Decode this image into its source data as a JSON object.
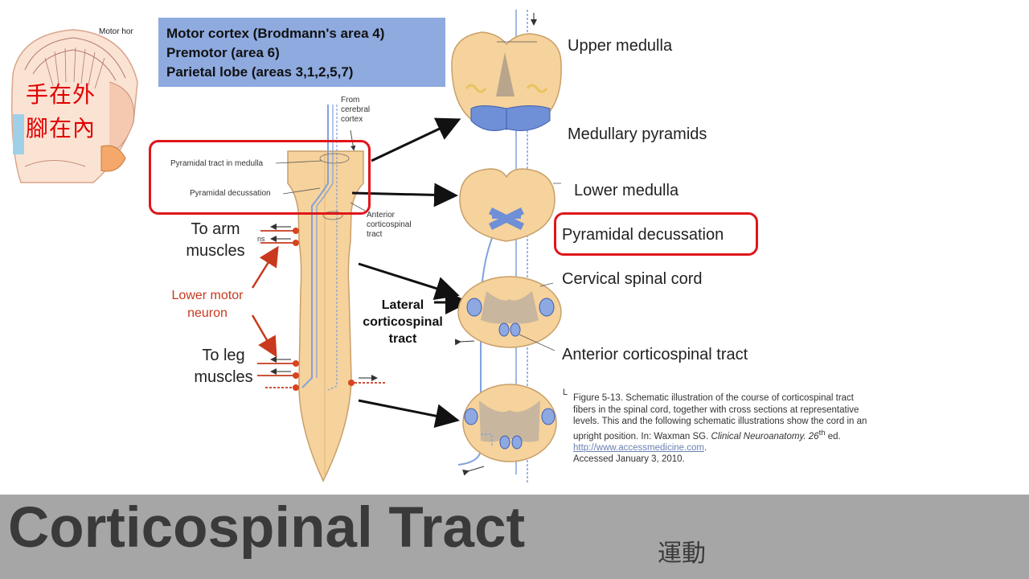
{
  "homunculus": {
    "caption": "Motor hor",
    "line1": "手在外",
    "line2": "腳在內"
  },
  "banner": {
    "line1": "Motor cortex (Brodmann's area 4)",
    "line2": "Premotor (area 6)",
    "line3": "Parietal lobe (areas 3,1,2,5,7)"
  },
  "left_diagram": {
    "from_cerebral_cortex": [
      "From",
      "cerebral",
      "cortex"
    ],
    "pyramidal_tract_in_medulla": "Pyramidal tract in medulla",
    "pyramidal_decussation_small": "Pyramidal decussation",
    "anterior_corticospinal_tract_small": [
      "Anterior",
      "corticospinal",
      "tract"
    ],
    "to_arm_muscles": [
      "To arm",
      "muscles"
    ],
    "lower_motor_neuron": [
      "Lower motor",
      "neuron"
    ],
    "to_leg_muscles": [
      "To leg",
      "muscles"
    ],
    "lateral_corticospinal_tract": [
      "Lateral",
      "corticospinal",
      "tract"
    ],
    "nerve_fragment": "ns"
  },
  "right_labels": {
    "upper_medulla": "Upper medulla",
    "medullary_pyramids": "Medullary pyramids",
    "lower_medulla": "Lower medulla",
    "pyramidal_decussation": "Pyramidal decussation",
    "cervical_spinal_cord": "Cervical spinal cord",
    "anterior_corticospinal_tract": "Anterior corticospinal tract",
    "section_marker": "L"
  },
  "figure_caption": {
    "text1": "Figure 5-13. Schematic illustration of the course of corticospinal tract fibers in the spinal cord, together with cross sections at representative levels. This and the following schematic illustrations show the cord in an upright position. In: Waxman SG.",
    "book": "Clinical Neuroanatomy. 26",
    "sup": "th",
    "ed": " ed. ",
    "link": "http://www.accessmedicine.com",
    "accessed": ".",
    "line_last": "Accessed January 3, 2010."
  },
  "footer": {
    "title": "Corticospinal Tract",
    "subtitle": "運動"
  },
  "colors": {
    "banner_blue": "#8eaadf",
    "highlight_red": "#e0161c",
    "footer_gray": "#a6a6a6",
    "tissue_tan": "#f6d29c",
    "tract_blue": "#7fa2dc"
  }
}
